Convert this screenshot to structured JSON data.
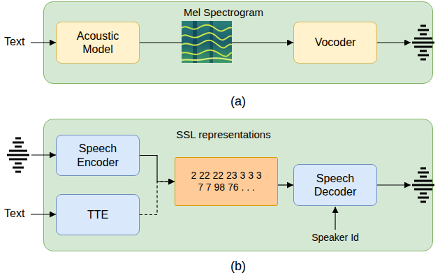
{
  "diagram": {
    "nodes": [
      {
        "text": [
          "(a)"
        ]
      },
      {
        "text": [
          "Acoustic Model"
        ],
        "in": 0
      },
      {
        "text": [
          "Vocoder"
        ],
        "in": 0
      },
      {
        "text": [
          "(b)"
        ]
      },
      {
        "text": [
          "Speech Encoder"
        ],
        "in": 3
      },
      {
        "text": [
          "TTE"
        ],
        "in": 3
      },
      {
        "text": [
          "2 22 22 23 3 3 3 7 7 98 76 . . ."
        ],
        "in": 3
      },
      {
        "text": [
          "Speech Decoder"
        ],
        "in": 3
      }
    ],
    "edges": [
      {
        "from": 1,
        "to": 2,
        "arrow": "to"
      },
      {
        "from": 4,
        "to": 6,
        "arrow": "to"
      },
      {
        "from": 5,
        "to": 6,
        "arrow": "to"
      },
      {
        "from": 6,
        "to": 7,
        "arrow": "to"
      }
    ],
    "labels": [
      "Text",
      "Mel Spectrogram",
      "Text",
      "SSL representations",
      "Speaker Id"
    ]
  }
}
